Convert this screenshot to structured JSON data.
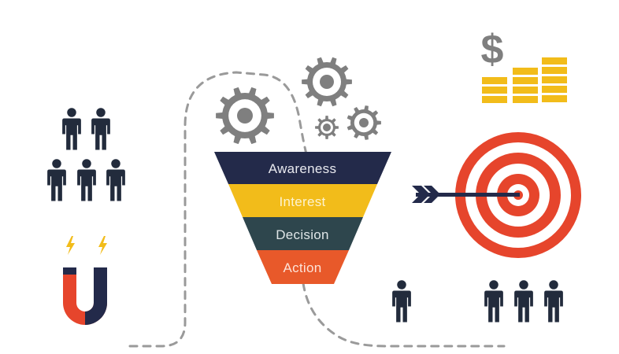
{
  "funnel": {
    "stages": [
      {
        "label": "Awareness",
        "color": "#232a4a",
        "text_color": "#e8e9ef"
      },
      {
        "label": "Interest",
        "color": "#f2bc1a",
        "text_color": "#fdf3cf"
      },
      {
        "label": "Decision",
        "color": "#2e464d",
        "text_color": "#e0e6e8"
      },
      {
        "label": "Action",
        "color": "#e8592a",
        "text_color": "#fde3d8"
      }
    ]
  },
  "colors": {
    "navy": "#232a4a",
    "gear_gray": "#7f7f7f",
    "dash_gray": "#9a9a9a",
    "gold": "#f2bc1a",
    "target_red": "#e6452c",
    "magnet_red": "#e6452c",
    "person": "#222b3c"
  },
  "icons": [
    "dollar-sign-icon",
    "coin-stacks-icon",
    "gear-icon",
    "target-icon",
    "arrow-icon",
    "magnet-icon",
    "lightning-icon",
    "person-icon"
  ]
}
